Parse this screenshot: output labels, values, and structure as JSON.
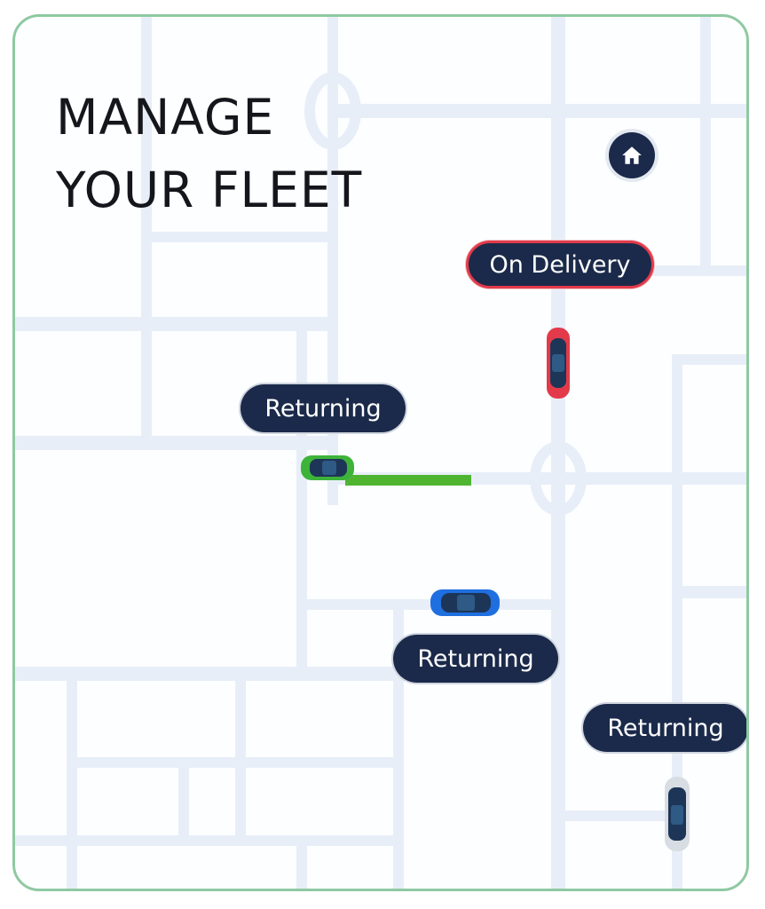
{
  "header": {
    "line1": "MANAGE",
    "line2": "YOUR FLEET"
  },
  "vehicles": [
    {
      "status": "On Delivery",
      "color": "#e23a4a"
    },
    {
      "status": "Returning",
      "color": "#3db33a"
    },
    {
      "status": "Returning",
      "color": "#1f6fe0"
    },
    {
      "status": "Returning",
      "color": "#d8dde3"
    }
  ],
  "icons": {
    "home": "home-icon",
    "car": "car-icon"
  },
  "colors": {
    "border": "#8ec9a2",
    "road": "#e8eef8",
    "pill": "#1b2a4a",
    "delivery_route": "#f07a7f",
    "return_route": "#5dbb3c"
  }
}
